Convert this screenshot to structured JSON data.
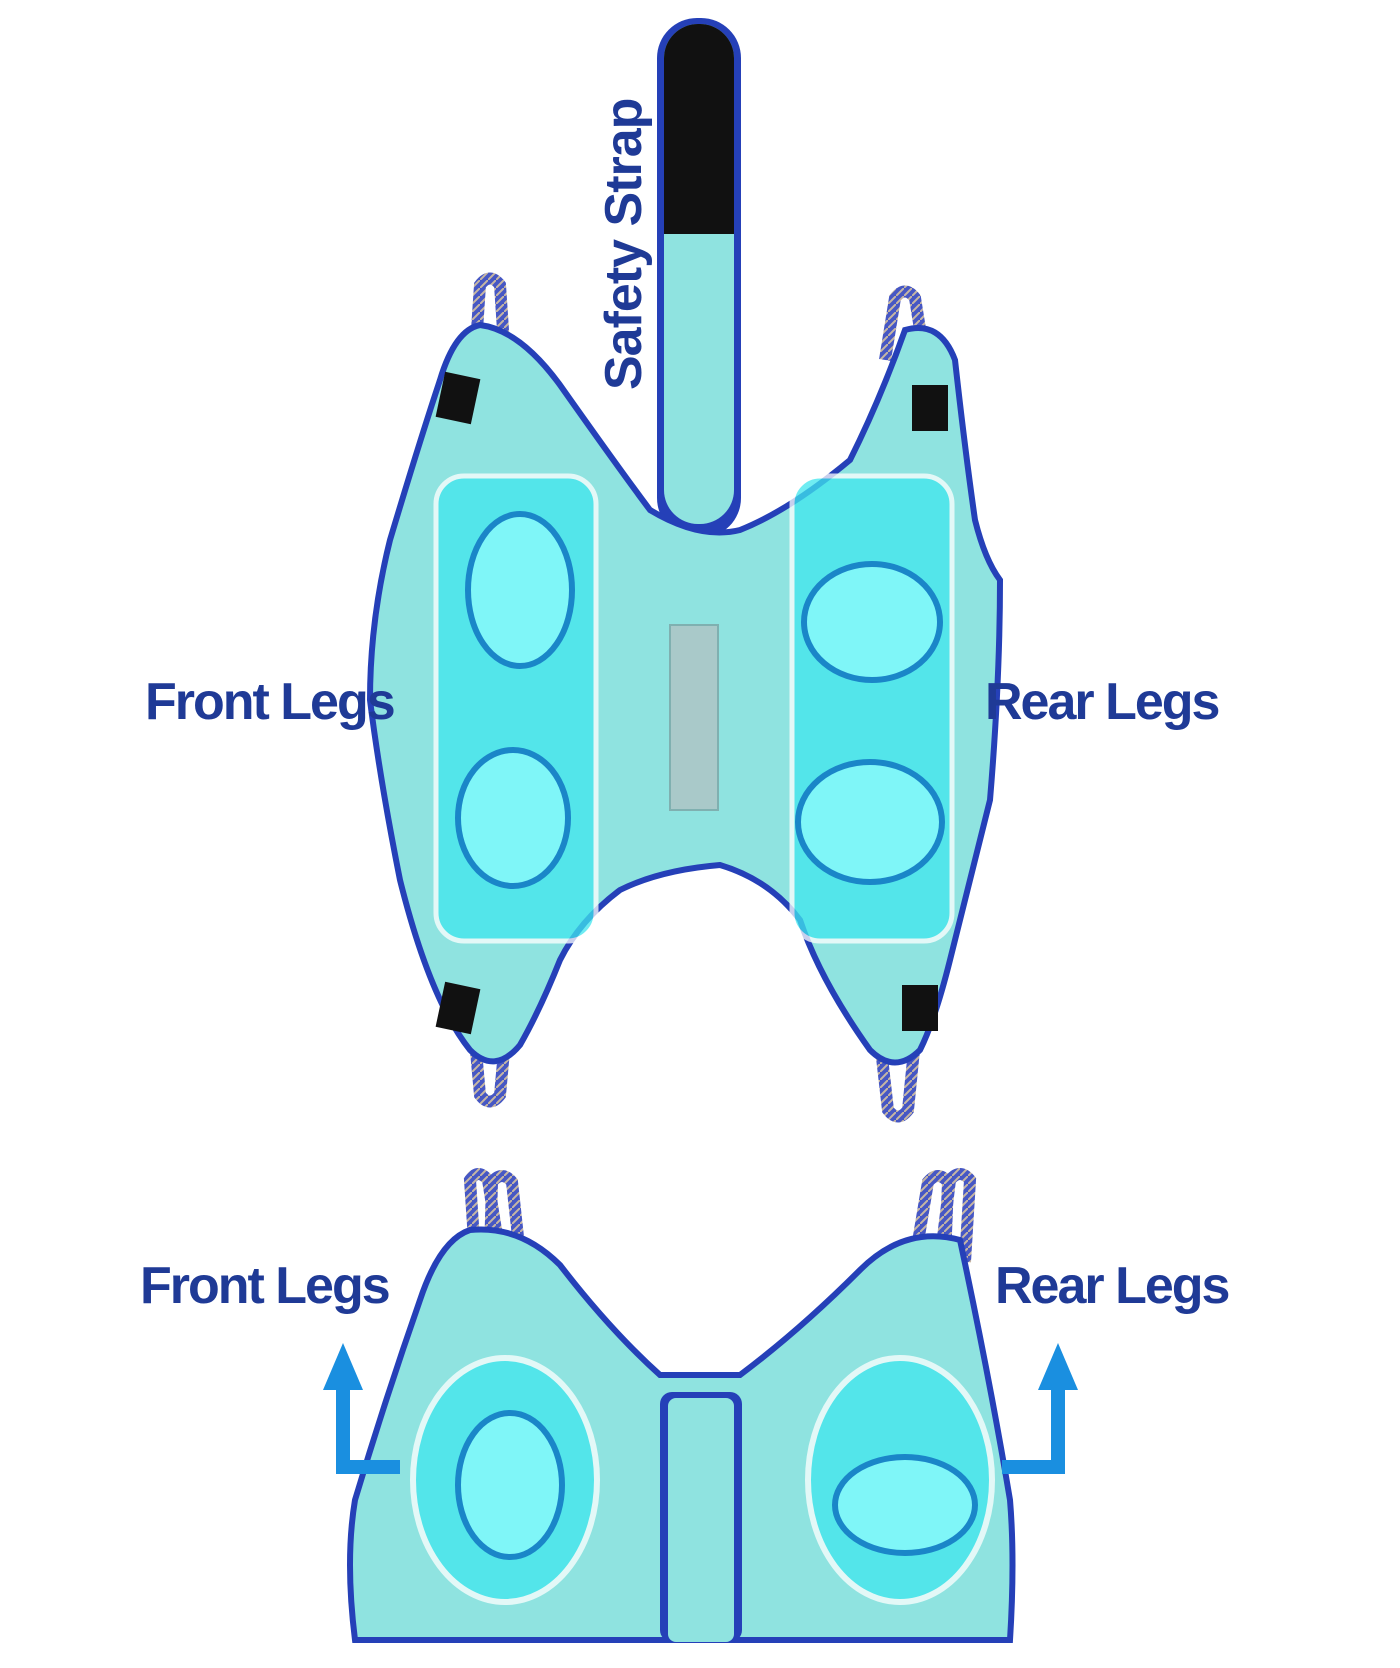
{
  "labels": {
    "safety_strap": "Safety Strap",
    "front_legs_top": "Front Legs",
    "rear_legs_top": "Rear Legs",
    "front_legs_bottom": "Front Legs",
    "rear_legs_bottom": "Rear Legs"
  },
  "colors": {
    "fabric": "#8fe3e0",
    "fabric_dark": "#6fcfd0",
    "piping": "#2540b8",
    "highlight": "#3fe6ee",
    "hole": "#7ff6f8",
    "hole_ring": "#1a86c8",
    "label_text": "#1f3a96",
    "arrow": "#1a8fe0",
    "velcro": "#111111"
  }
}
